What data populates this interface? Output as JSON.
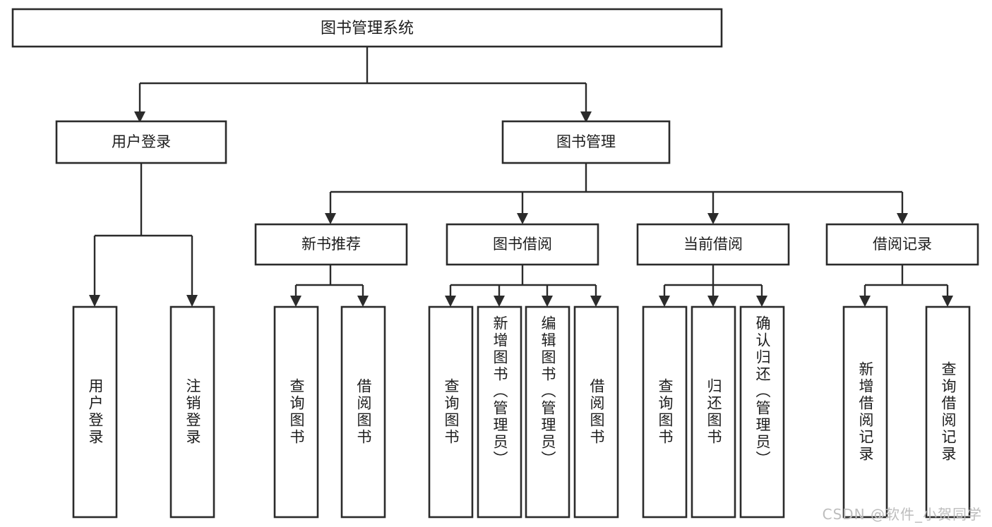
{
  "diagram": {
    "title": "图书管理系统",
    "type": "tree-hierarchy-diagram",
    "colors": {
      "box_stroke": "#2b2b2b",
      "box_fill": "#ffffff",
      "connector": "#2b2b2b",
      "text": "#1d1d1d",
      "watermark": "#bdbdbd",
      "background": "#ffffff"
    },
    "root": {
      "label": "图书管理系统",
      "children": [
        {
          "label": "用户登录",
          "children": [
            {
              "label": "用户登录"
            },
            {
              "label": "注销登录"
            }
          ]
        },
        {
          "label": "图书管理",
          "children": [
            {
              "label": "新书推荐",
              "children": [
                {
                  "label": "查询图书"
                },
                {
                  "label": "借阅图书"
                }
              ]
            },
            {
              "label": "图书借阅",
              "children": [
                {
                  "label": "查询图书"
                },
                {
                  "label": "新增图书（管理员）"
                },
                {
                  "label": "编辑图书（管理员）"
                },
                {
                  "label": "借阅图书"
                }
              ]
            },
            {
              "label": "当前借阅",
              "children": [
                {
                  "label": "查询图书"
                },
                {
                  "label": "归还图书"
                },
                {
                  "label": "确认归还（管理员）"
                }
              ]
            },
            {
              "label": "借阅记录",
              "children": [
                {
                  "label": "新增借阅记录"
                },
                {
                  "label": "查询借阅记录"
                }
              ]
            }
          ]
        }
      ]
    },
    "nodes": {
      "root": {
        "label": "图书管理系统"
      },
      "l1": [
        {
          "label": "用户登录"
        },
        {
          "label": "图书管理"
        }
      ],
      "l2": [
        {
          "label": "新书推荐"
        },
        {
          "label": "图书借阅"
        },
        {
          "label": "当前借阅"
        },
        {
          "label": "借阅记录"
        }
      ],
      "leaves": [
        {
          "label": "用户登录"
        },
        {
          "label": "注销登录"
        },
        {
          "label": "查询图书"
        },
        {
          "label": "借阅图书"
        },
        {
          "label": "查询图书"
        },
        {
          "label": "新增图书（管理员）"
        },
        {
          "label": "编辑图书（管理员）"
        },
        {
          "label": "借阅图书"
        },
        {
          "label": "查询图书"
        },
        {
          "label": "归还图书"
        },
        {
          "label": "确认归还（管理员）"
        },
        {
          "label": "新增借阅记录"
        },
        {
          "label": "查询借阅记录"
        }
      ]
    },
    "watermark": "CSDN @软件_小贺同学"
  }
}
